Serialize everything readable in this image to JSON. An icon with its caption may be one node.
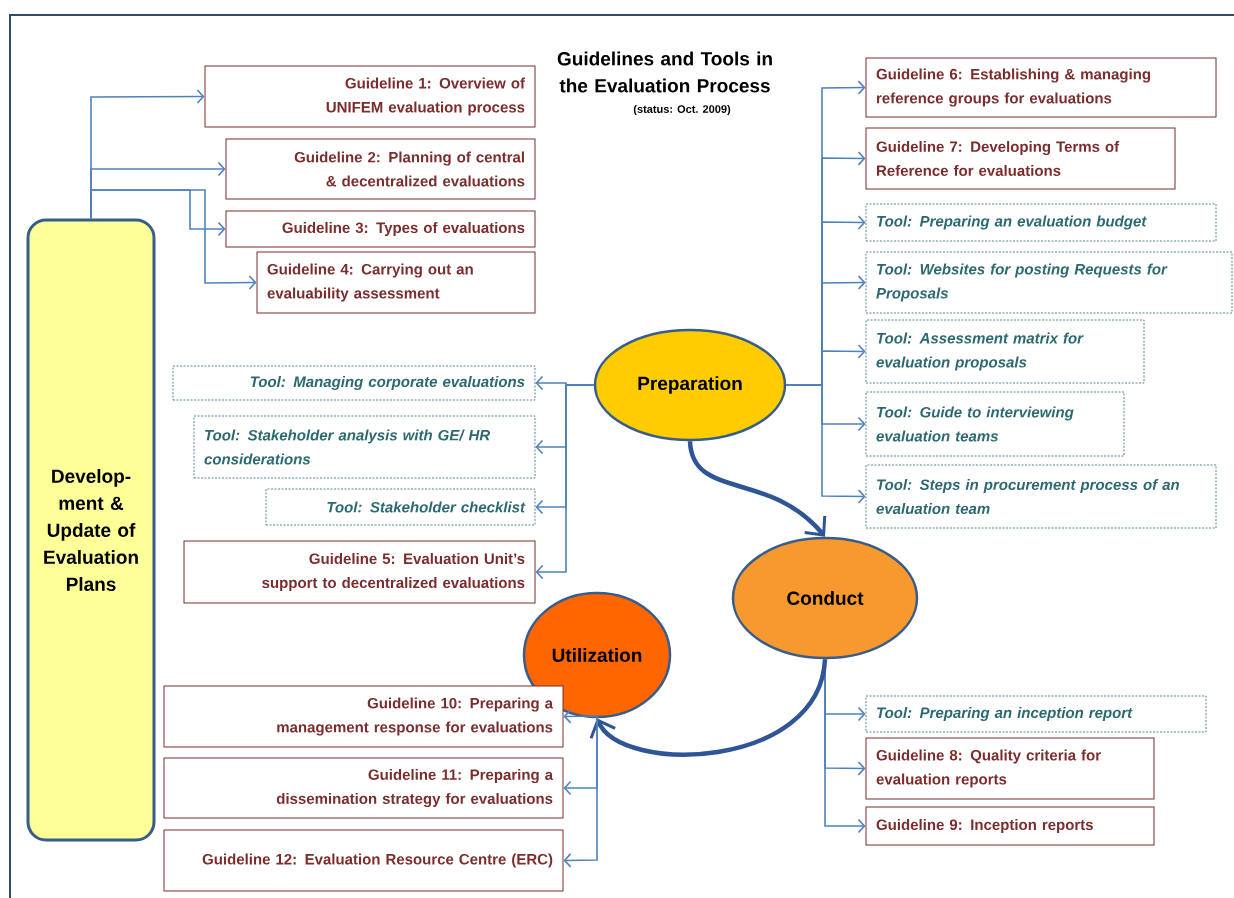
{
  "diagram": {
    "title": "Guidelines and Tools in the Evaluation Process",
    "nodes": [
      {
        "text": [
          "Develop-ment & Update of Evaluation Plans"
        ]
      },
      {
        "text": [
          "Guideline 1: Overview of UNIFEM evaluation process"
        ]
      },
      {
        "text": [
          "Guideline 2: Planning of central & decentralized evaluations"
        ]
      },
      {
        "text": [
          "Guideline 3: Types of evaluations"
        ]
      },
      {
        "text": [
          "Guideline 4: Carrying out an evaluability assessment"
        ]
      },
      {
        "text": [
          "Preparation"
        ]
      },
      {
        "text": [
          "Guideline 6: Establishing & managing reference groups for evaluations"
        ]
      },
      {
        "text": [
          "Guideline 7: Developing Terms of Reference for evaluations"
        ]
      },
      {
        "text": [
          "Tool: Preparing an evaluation budget"
        ]
      },
      {
        "text": [
          "Tool: Websites for posting Requests for Proposals"
        ]
      },
      {
        "text": [
          "Tool: Assessment matrix for evaluation proposals"
        ]
      },
      {
        "text": [
          "Tool: Guide to interviewing evaluation teams"
        ]
      },
      {
        "text": [
          "Tool: Steps in procurement process of an evaluation team"
        ]
      },
      {
        "text": [
          "Tool: Managing corporate evaluations"
        ]
      },
      {
        "text": [
          "Tool: Stakeholder analysis with GE/ HR considerations"
        ]
      },
      {
        "text": [
          "Tool: Stakeholder checklist"
        ]
      },
      {
        "text": [
          "Guideline 5: Evaluation Unit’s support to decentralized evaluations"
        ]
      },
      {
        "text": [
          "Conduct"
        ]
      },
      {
        "text": [
          "Tool: Preparing an inception report"
        ]
      },
      {
        "text": [
          "Guideline 8: Quality criteria for evaluation reports"
        ]
      },
      {
        "text": [
          "Guideline 9: Inception reports"
        ]
      },
      {
        "text": [
          "Utilization"
        ]
      },
      {
        "text": [
          "Guideline 10: Preparing a management response for evaluations"
        ]
      },
      {
        "text": [
          "Guideline 11: Preparing a dissemination strategy for evaluations"
        ]
      },
      {
        "text": [
          "Guideline 12: Evaluation Resource Centre (ERC)"
        ]
      }
    ],
    "edges": [
      {
        "from": 0,
        "to": 1,
        "arrow": "to"
      },
      {
        "from": 0,
        "to": 2,
        "arrow": "to"
      },
      {
        "from": 0,
        "to": 3,
        "arrow": "to"
      },
      {
        "from": 0,
        "to": 4,
        "arrow": "to"
      },
      {
        "from": 5,
        "to": 6,
        "arrow": "to"
      },
      {
        "from": 5,
        "to": 7,
        "arrow": "to"
      },
      {
        "from": 5,
        "to": 8,
        "arrow": "to"
      },
      {
        "from": 5,
        "to": 9,
        "arrow": "to"
      },
      {
        "from": 5,
        "to": 10,
        "arrow": "to"
      },
      {
        "from": 5,
        "to": 11,
        "arrow": "to"
      },
      {
        "from": 5,
        "to": 12,
        "arrow": "to"
      },
      {
        "from": 5,
        "to": 13,
        "arrow": "to"
      },
      {
        "from": 5,
        "to": 14,
        "arrow": "to"
      },
      {
        "from": 5,
        "to": 15,
        "arrow": "to"
      },
      {
        "from": 5,
        "to": 16,
        "arrow": "to"
      },
      {
        "from": 5,
        "to": 17,
        "arrow": "to",
        "style": "thick",
        "color": "#2f5597"
      },
      {
        "from": 17,
        "to": 18,
        "arrow": "to"
      },
      {
        "from": 17,
        "to": 19,
        "arrow": "to"
      },
      {
        "from": 17,
        "to": 20,
        "arrow": "to"
      },
      {
        "from": 17,
        "to": 21,
        "arrow": "to",
        "style": "thick",
        "color": "#2f5597"
      },
      {
        "from": 21,
        "to": 22,
        "arrow": "to"
      },
      {
        "from": 21,
        "to": 23,
        "arrow": "to"
      },
      {
        "from": 21,
        "to": 24,
        "arrow": "to"
      }
    ],
    "labels": [
      "(status: Oct. 2009)"
    ]
  }
}
